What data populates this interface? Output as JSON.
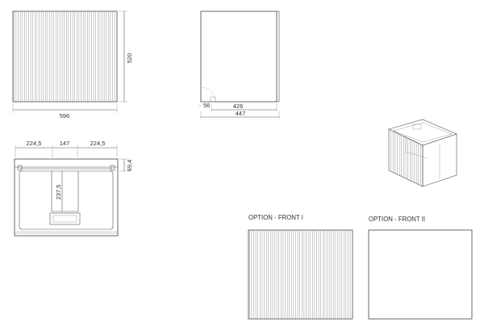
{
  "front_view": {
    "width": "596",
    "height": "520"
  },
  "side_view": {
    "depth": "447",
    "inner_depth": "426",
    "offset": "56"
  },
  "top_view": {
    "left": "224,5",
    "center": "147",
    "right": "224,5",
    "depth_inner": "237,5",
    "rim": "69,4"
  },
  "options": {
    "front_1": "OPTION - FRONT I",
    "front_2": "OPTION - FRONT II"
  }
}
